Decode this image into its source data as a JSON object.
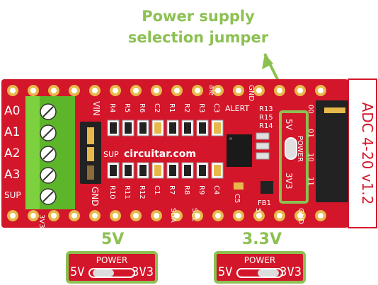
{
  "callout": {
    "line1": "Power supply",
    "line2": "selection jumper"
  },
  "board": {
    "title": "ADC 4-20 v1.2",
    "url": "circuitar.com",
    "terminals": [
      "A0",
      "A1",
      "A2",
      "A3",
      "SUP"
    ],
    "terminal_bottom": "3V3",
    "left_header": {
      "top": "VIN",
      "mid": "SUP",
      "bottom": "GND"
    },
    "resistors_top": [
      "R4",
      "R5",
      "R6",
      "C2",
      "R1",
      "R2",
      "R3",
      "C3"
    ],
    "resistors_bottom": [
      "R10",
      "R11",
      "R12",
      "C1",
      "R7",
      "R8",
      "R9",
      "C4"
    ],
    "chip_labels": {
      "alert": "ALERT",
      "r13": "R13",
      "r15": "R15",
      "r14": "R14",
      "c5": "C5",
      "fb1": "FB1",
      "gnd_top": "GND",
      "scale": "ale"
    },
    "bottom_pins": [
      "SDA",
      "SCL",
      "5V",
      "GND"
    ],
    "address_labels": [
      "00",
      "01",
      "10",
      "11"
    ],
    "jumper": {
      "left": "5V",
      "title": "POWER",
      "right": "3V3"
    }
  },
  "options": [
    {
      "caption": "5V",
      "left": "5V",
      "title": "POWER",
      "right": "3V3",
      "bridge": "left"
    },
    {
      "caption": "3.3V",
      "left": "5V",
      "title": "POWER",
      "right": "3V3",
      "bridge": "right"
    }
  ],
  "colors": {
    "pcb": "#d3162a",
    "accent": "#8cc152",
    "terminal": "#5db52a",
    "pad": "#e8b84a",
    "silk": "#ffffff"
  }
}
